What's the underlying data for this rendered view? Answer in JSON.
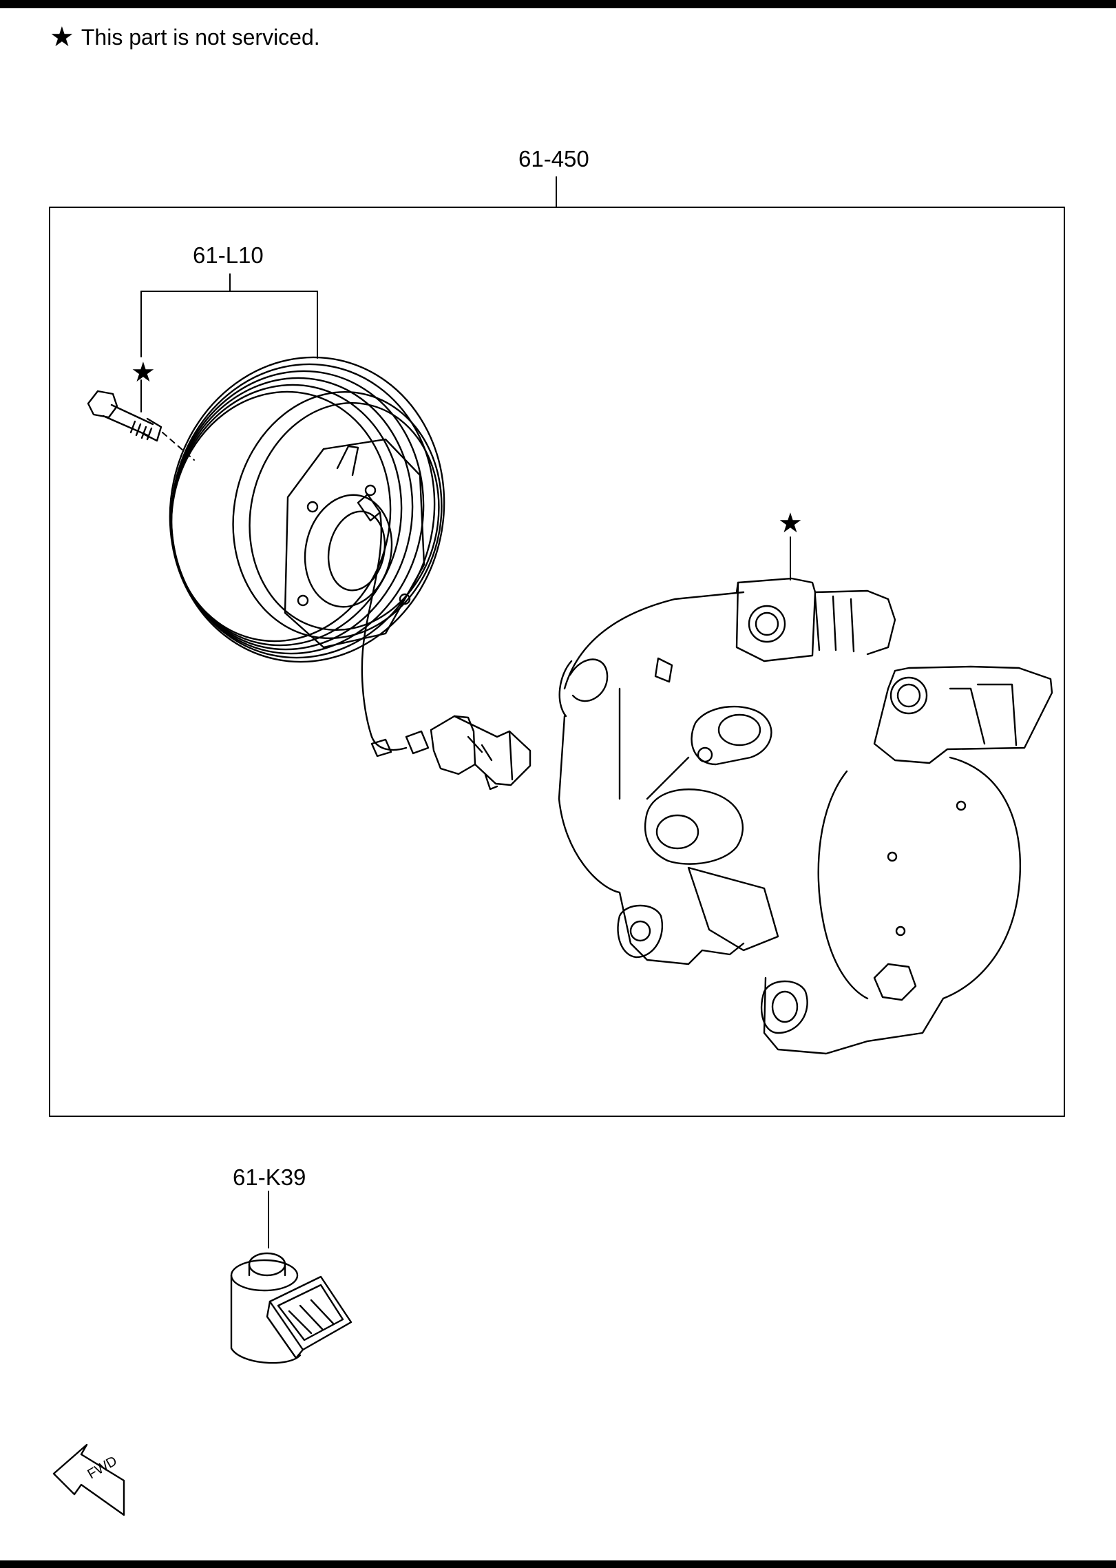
{
  "note": {
    "symbol": "★",
    "text": "This part is not serviced."
  },
  "callouts": {
    "assembly": "61-450",
    "clutch": "61-L10",
    "solenoid": "61-K39"
  },
  "markers": {
    "star": "★"
  },
  "fwd_label": "FWD",
  "icons": {
    "not_serviced": "star-icon",
    "direction": "fwd-arrow-icon"
  }
}
